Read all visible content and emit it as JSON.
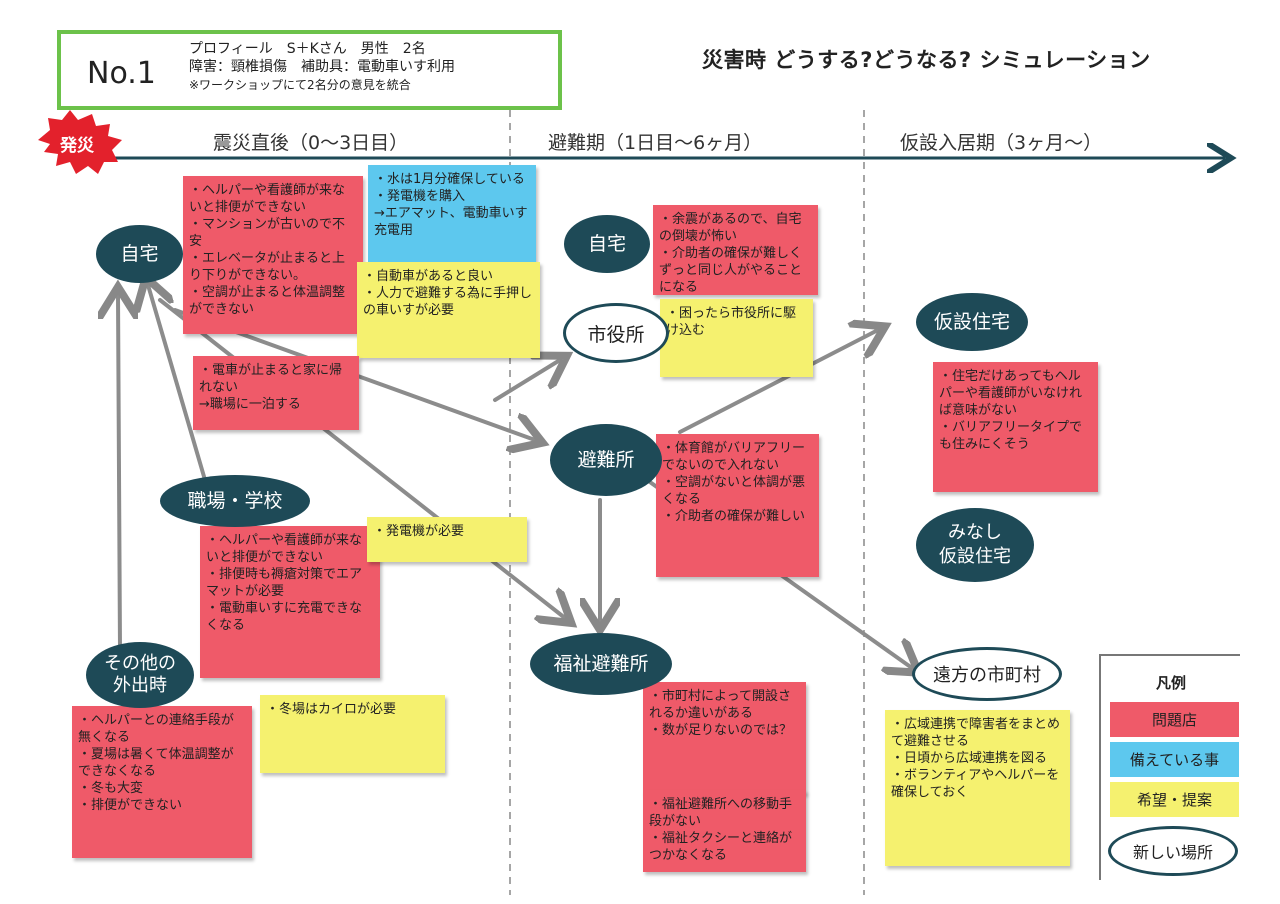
{
  "profile": {
    "no": "No.1",
    "line1": "プロフィール　S＋Kさん　男性　2名",
    "line2": "障害：頸椎損傷　補助具：電動車いす利用",
    "line3": "※ワークショップにて2名分の意見を統合"
  },
  "title": "災害時 どうする?どうなる? シミュレーション",
  "badge": "発災",
  "phases": [
    "震災直後（0〜3日目）",
    "避難期（1日目〜6ヶ月）",
    "仮設入居期（3ヶ月〜）"
  ],
  "places": {
    "home": "自宅",
    "work": "職場・学校",
    "outing": "その他の\n外出時",
    "home2": "自宅",
    "cityhall": "市役所",
    "shelter": "避難所",
    "welfare": "福祉避難所",
    "temp": "仮設住宅",
    "deemed": "みなし\n仮設住宅",
    "remote": "遠方の市町村"
  },
  "notes": {
    "n1": "・ヘルパーや看護師が来ないと排便ができない\n・マンションが古いので不安\n・エレベータが止まると上り下りができない。\n・空調が止まると体温調整ができない",
    "n2": "・水は1月分確保している\n・発電機を購入\n→エアマット、電動車いす充電用",
    "n3": "・自動車があると良い\n・人力で避難する為に手押しの車いすが必要",
    "n4": "・電車が止まると家に帰れない\n→職場に一泊する",
    "n5": "・ヘルパーや看護師が来ないと排便ができない\n・排便時も褥瘡対策でエアマットが必要\n・電動車いすに充電できなくなる",
    "n6": "・発電機が必要",
    "n7": "・ヘルパーとの連絡手段が無くなる\n・夏場は暑くて体温調整ができなくなる\n・冬も大変\n・排便ができない",
    "n8": "・冬場はカイロが必要",
    "n9": "・余震があるので、自宅の倒壊が怖い\n・介助者の確保が難しくずっと同じ人がやることになる",
    "n10": "・困ったら市役所に駆け込む",
    "n11": "・体育館がバリアフリーでないので入れない\n・空調がないと体調が悪くなる\n・介助者の確保が難しい",
    "n12": "・市町村によって開設されるか違いがある\n・数が足りないのでは？",
    "n13": "・福祉避難所への移動手段がない\n・福祉タクシーと連絡がつかなくなる",
    "n14": "・住宅だけあってもヘルパーや看護師がいなければ意味がない\n・バリアフリータイプでも住みにくそう",
    "n15": "・広域連携で障害者をまとめて避難させる\n・日頃から広域連携を図る\n・ボランティアやヘルパーを確保しておく"
  },
  "legend": {
    "title": "凡例",
    "problem": "問題店",
    "prepared": "備えている事",
    "wish": "希望・提案",
    "newplace": "新しい場所"
  },
  "colors": {
    "red": "#ef5a69",
    "yellow": "#f5f16f",
    "blue": "#5dc8ee",
    "navy": "#1e4a57",
    "green": "#6cc24a"
  }
}
